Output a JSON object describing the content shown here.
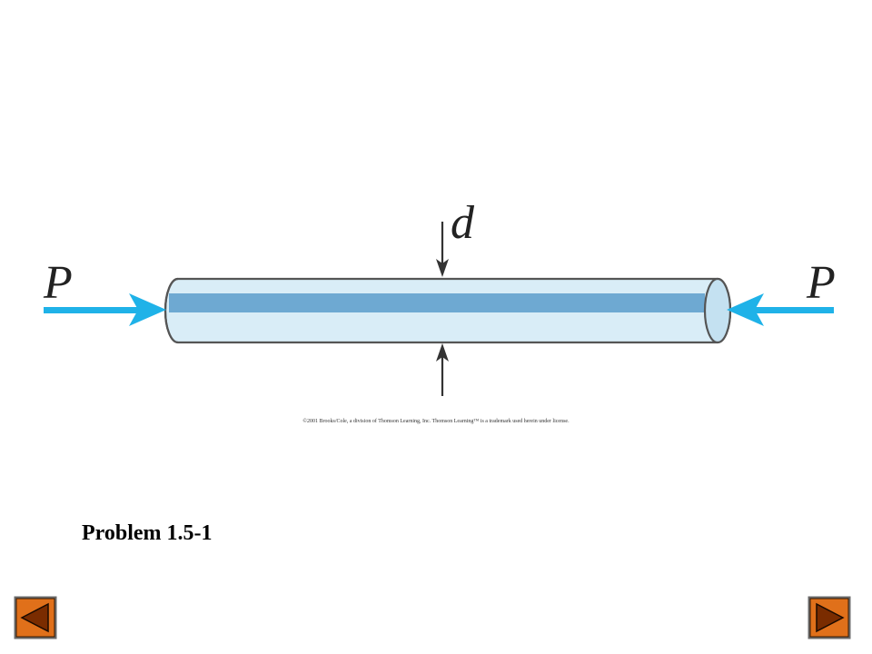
{
  "diagram": {
    "load_label_left": "P",
    "load_label_right": "P",
    "diameter_label": "d",
    "copyright": "©2001 Brooks/Cole, a division of Thomson Learning, Inc.  Thomson Learning™ is a trademark used herein under license."
  },
  "title": "Problem 1.5-1",
  "navigation": {
    "previous_icon": "triangle-left-icon",
    "next_icon": "triangle-right-icon"
  },
  "colors": {
    "arrow": "#1fb2e8",
    "bar_fill": "#d9edf7",
    "bar_stripe": "#6ea9d2",
    "button_fill": "#e0701a",
    "button_icon": "#7a2c00"
  }
}
